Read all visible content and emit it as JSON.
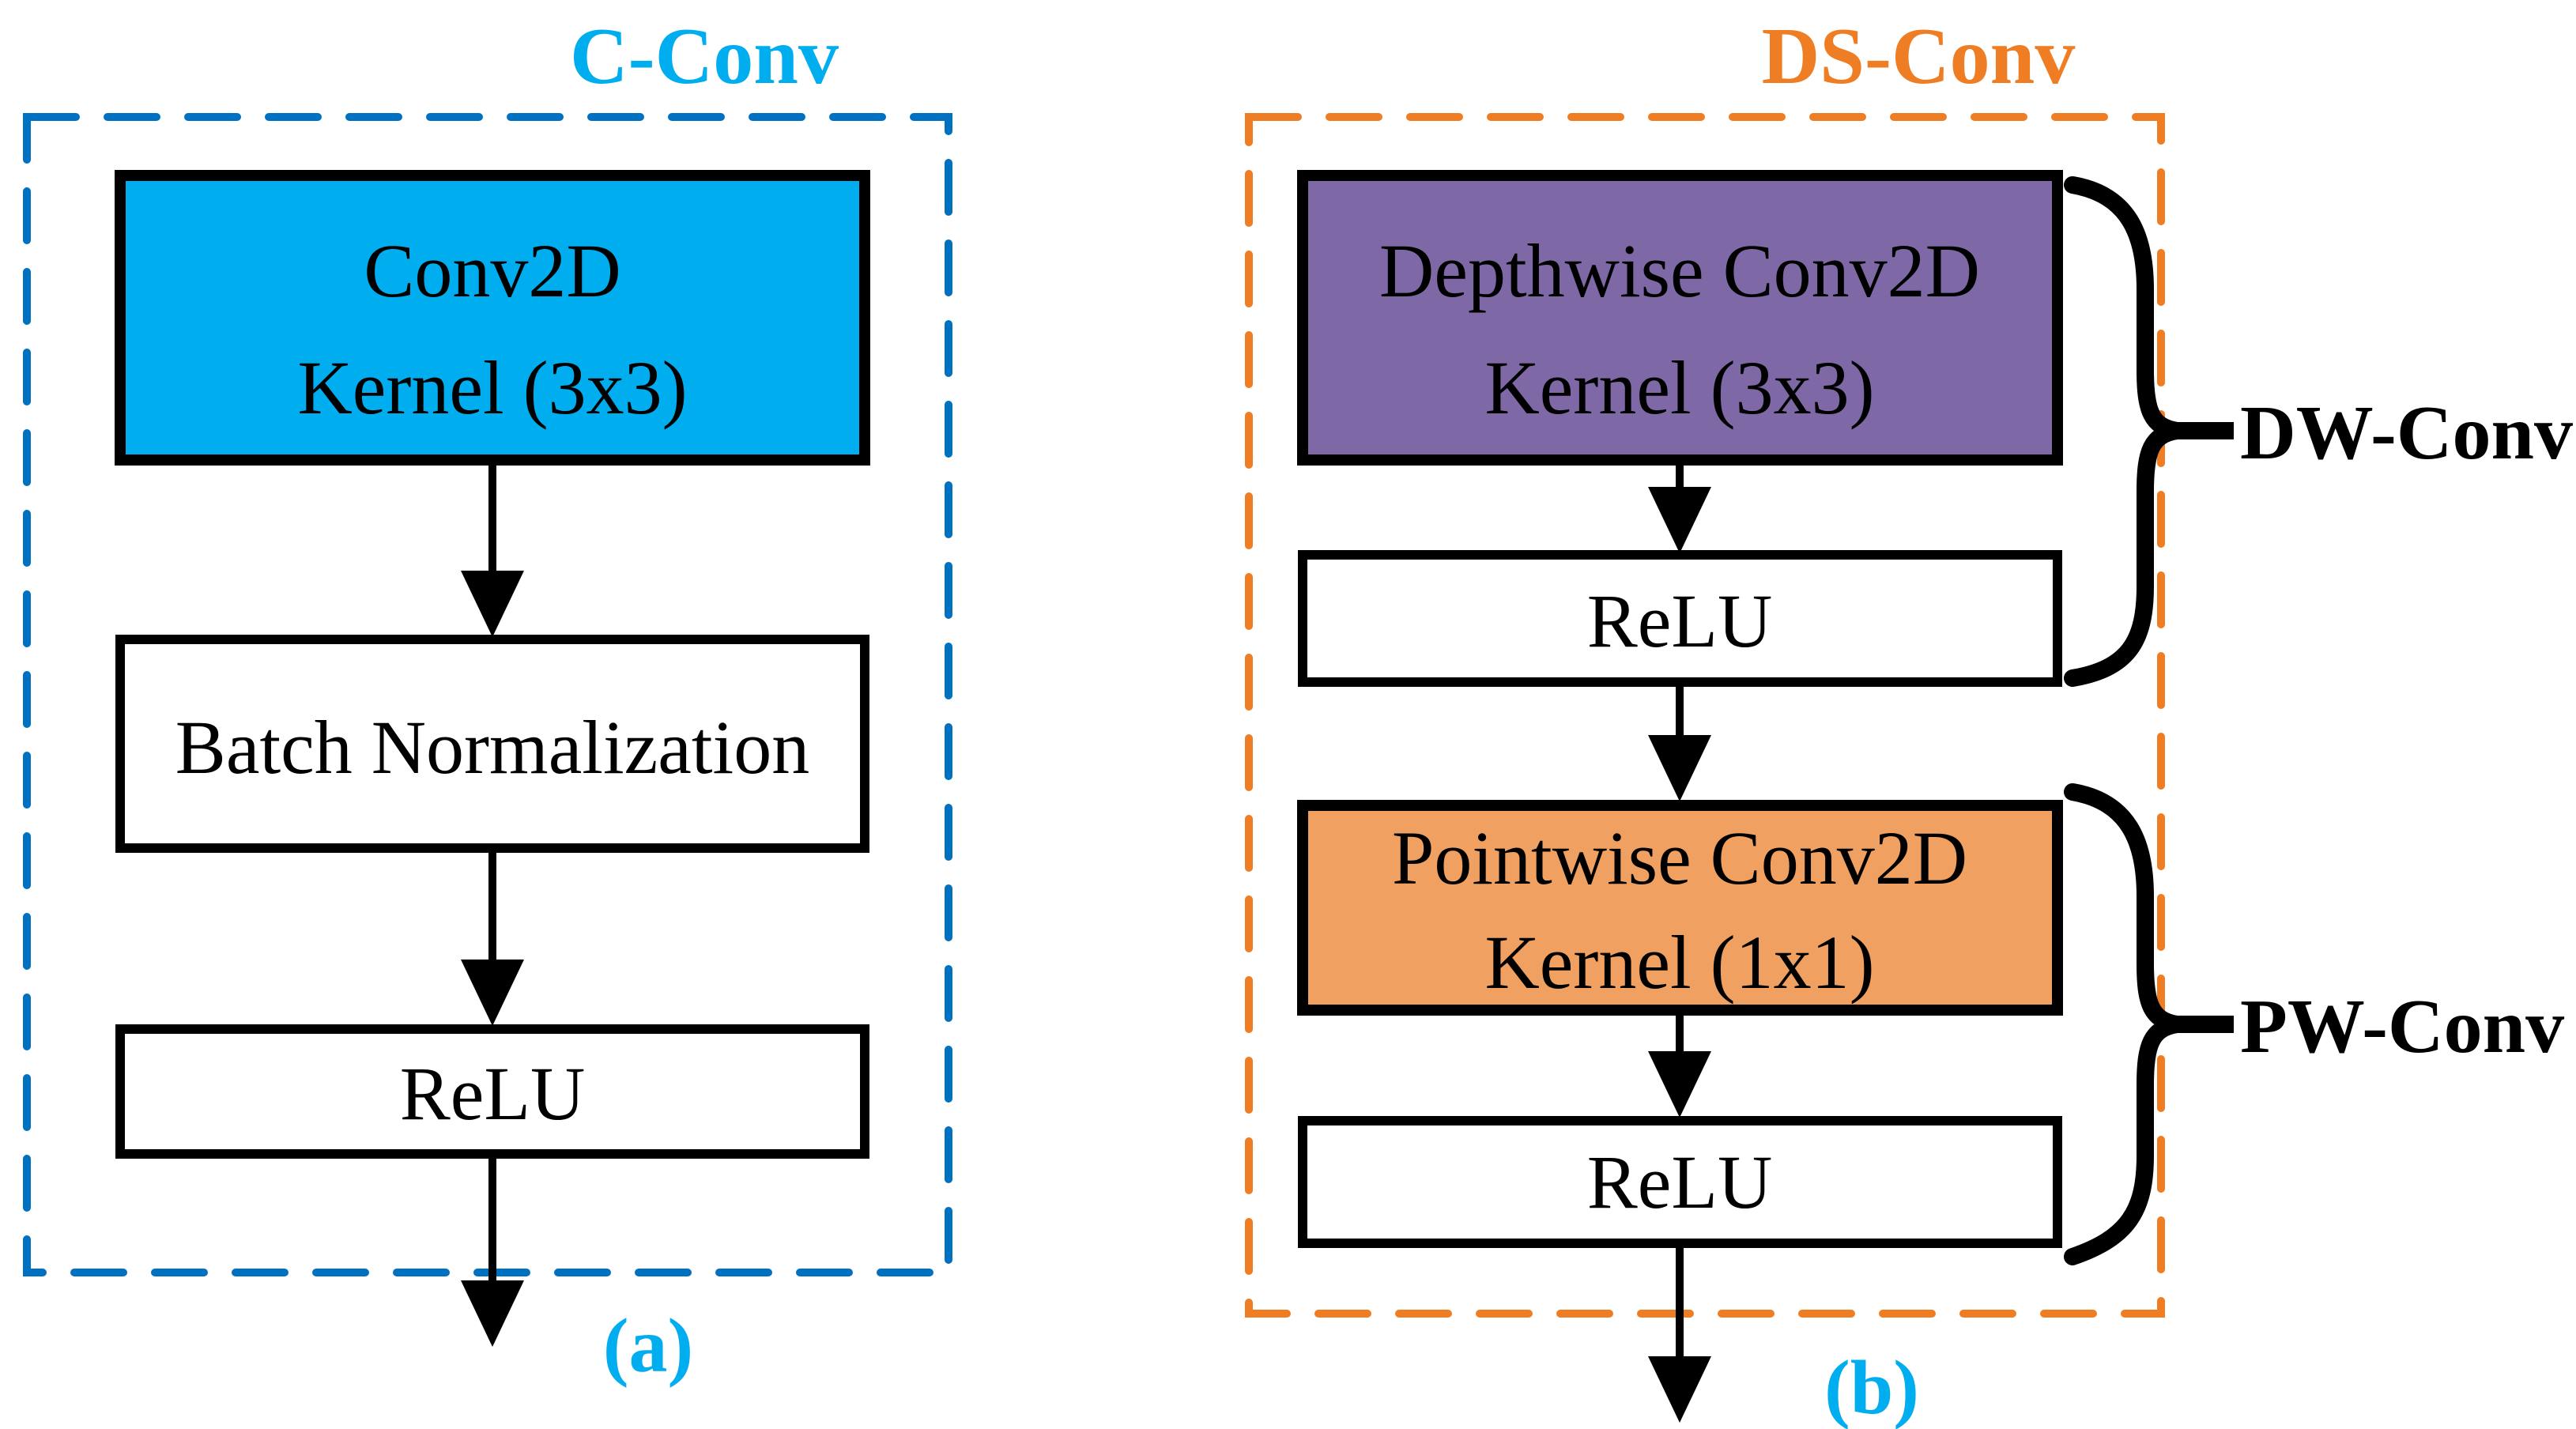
{
  "colors": {
    "cyan": "#00AEEF",
    "blue_dash": "#0070C0",
    "orange": "#EE7D23",
    "orange_fill": "#F0A161",
    "purple_fill": "#7E68A6",
    "ink": "#000000"
  },
  "left_panel": {
    "title": "C-Conv",
    "caption": "(a)",
    "conv_box": {
      "line1": "Conv2D",
      "line2": "Kernel (3x3)"
    },
    "bn_box": {
      "label": "Batch Normalization"
    },
    "relu_box": {
      "label": "ReLU"
    }
  },
  "right_panel": {
    "title": "DS-Conv",
    "caption": "(b)",
    "depthwise_box": {
      "line1": "Depthwise Conv2D",
      "line2": "Kernel (3x3)"
    },
    "relu1_box": {
      "label": "ReLU"
    },
    "pointwise_box": {
      "line1": "Pointwise Conv2D",
      "line2": "Kernel (1x1)"
    },
    "relu2_box": {
      "label": "ReLU"
    },
    "dw_label": "DW-Conv",
    "pw_label": "PW-Conv"
  }
}
